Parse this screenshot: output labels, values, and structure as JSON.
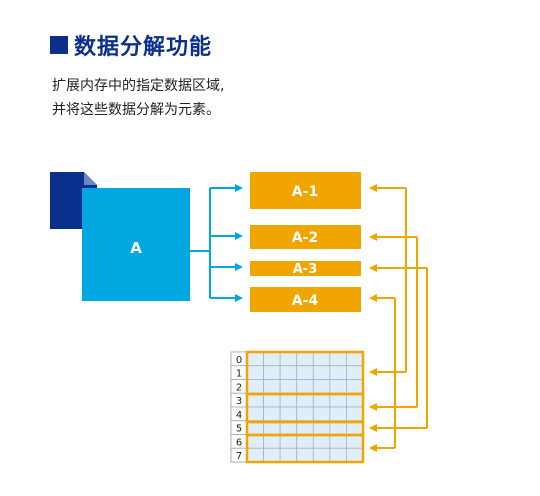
{
  "header": {
    "title": "数据分解功能",
    "title_color": "#0b2f8c"
  },
  "description": {
    "line1": "扩展内存中的指定数据区域,",
    "line2": "并将这些数据分解为元素。"
  },
  "diagram": {
    "source_label": "A",
    "source_color": "#00a7e1",
    "file_icon_color": "#0b2f8c",
    "element_color": "#f0a500",
    "elements": [
      "A-1",
      "A-2",
      "A-3",
      "A-4"
    ],
    "row_labels": [
      "0",
      "1",
      "2",
      "3",
      "4",
      "5",
      "6",
      "7"
    ],
    "grid_fill": "#e0eef7"
  }
}
